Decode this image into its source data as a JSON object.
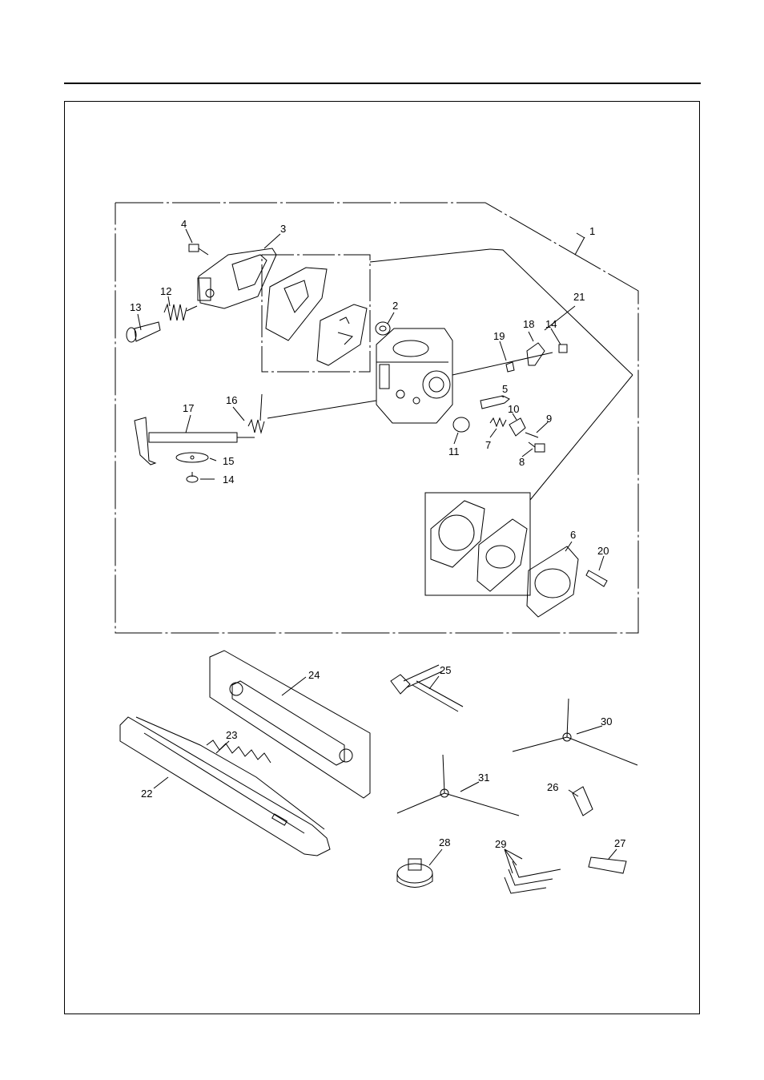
{
  "diagram": {
    "parts": [
      {
        "id": "1",
        "label": "1"
      },
      {
        "id": "2",
        "label": "2"
      },
      {
        "id": "3",
        "label": "3"
      },
      {
        "id": "4",
        "label": "4"
      },
      {
        "id": "5",
        "label": "5"
      },
      {
        "id": "6",
        "label": "6"
      },
      {
        "id": "7",
        "label": "7"
      },
      {
        "id": "8",
        "label": "8"
      },
      {
        "id": "9",
        "label": "9"
      },
      {
        "id": "10",
        "label": "10"
      },
      {
        "id": "11",
        "label": "11"
      },
      {
        "id": "12",
        "label": "12"
      },
      {
        "id": "13",
        "label": "13"
      },
      {
        "id": "14a",
        "label": "14"
      },
      {
        "id": "14b",
        "label": "14"
      },
      {
        "id": "15",
        "label": "15"
      },
      {
        "id": "16",
        "label": "16"
      },
      {
        "id": "17",
        "label": "17"
      },
      {
        "id": "18",
        "label": "18"
      },
      {
        "id": "19",
        "label": "19"
      },
      {
        "id": "20",
        "label": "20"
      },
      {
        "id": "21",
        "label": "21"
      },
      {
        "id": "22",
        "label": "22"
      },
      {
        "id": "23",
        "label": "23"
      },
      {
        "id": "24",
        "label": "24"
      },
      {
        "id": "25",
        "label": "25"
      },
      {
        "id": "26",
        "label": "26"
      },
      {
        "id": "27",
        "label": "27"
      },
      {
        "id": "28",
        "label": "28"
      },
      {
        "id": "29",
        "label": "29"
      },
      {
        "id": "30",
        "label": "30"
      },
      {
        "id": "31",
        "label": "31"
      }
    ]
  }
}
